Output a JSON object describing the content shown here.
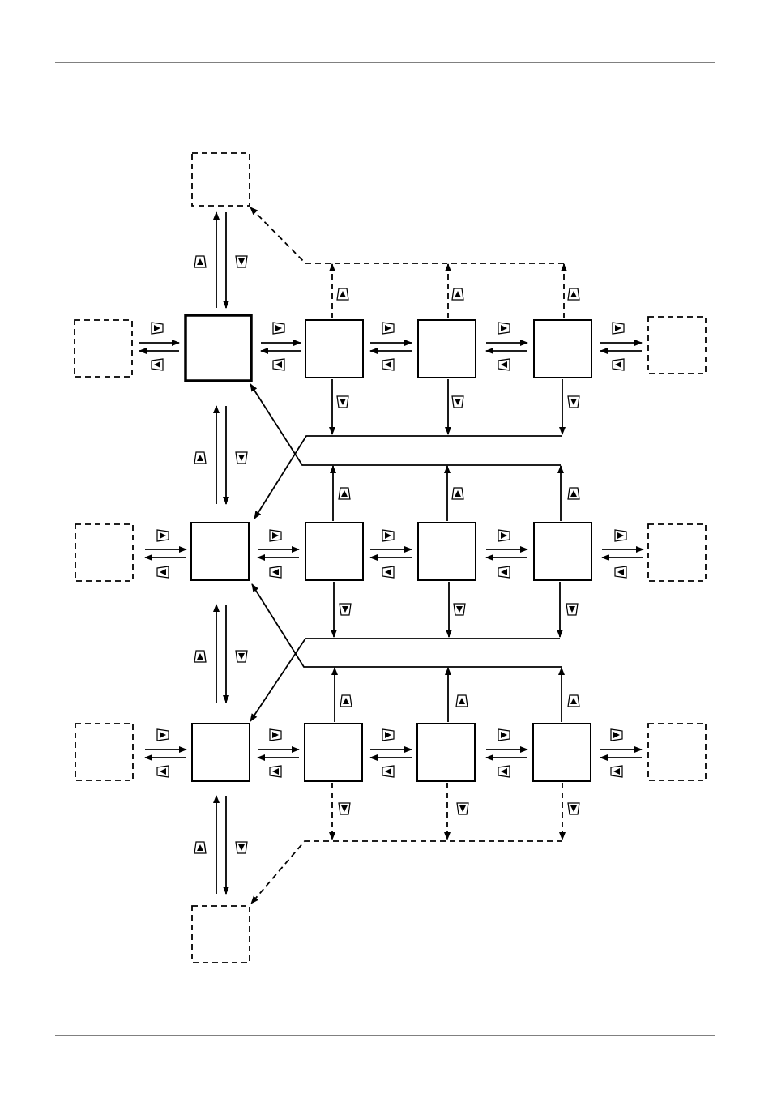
{
  "page": {
    "header_rule": true,
    "footer_rule": true
  },
  "colors": {
    "line": "#000000",
    "key_fill": "#ffffff",
    "glyph": "#000000"
  },
  "diagram": {
    "type": "navigation-flow",
    "rows": 3,
    "columns": 4,
    "key_icons": [
      "up-arrow-key-icon",
      "down-arrow-key-icon",
      "right-arrow-key-icon",
      "left-arrow-key-icon"
    ],
    "text_labels": []
  }
}
